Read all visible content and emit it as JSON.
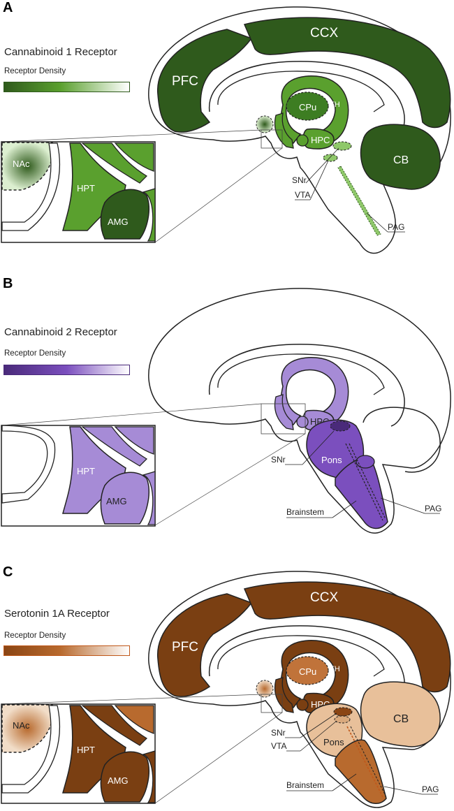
{
  "panels": [
    {
      "letter": "A",
      "title": "Cannabinoid 1 Receptor",
      "density_label": "Receptor Density",
      "colors": {
        "dark": "#2f5a1c",
        "mid": "#5aa02e",
        "light": "#8fc86a",
        "pale": "#dcefd0"
      },
      "labels": {
        "pfc": "PFC",
        "ccx": "CCX",
        "cpu": "CPu",
        "th": "TH",
        "hpc": "HPC",
        "cb": "CB",
        "snr": "SNr",
        "vta": "VTA",
        "pag": "PAG",
        "nac": "NAc",
        "hpt": "HPT",
        "amg": "AMG"
      }
    },
    {
      "letter": "B",
      "title": "Cannabinoid 2 Receptor",
      "density_label": "Receptor Density",
      "colors": {
        "dark": "#4a2a7a",
        "mid": "#7b4fbe",
        "light": "#a68bd6",
        "pale": "#ede5f8"
      },
      "labels": {
        "hpc": "HPC",
        "pons": "Pons",
        "snr": "SNr",
        "brainstem": "Brainstem",
        "pag": "PAG",
        "hpt": "HPT",
        "amg": "AMG"
      }
    },
    {
      "letter": "C",
      "title": "Serotonin 1A Receptor",
      "density_label": "Receptor Density",
      "colors": {
        "dark": "#7a3f12",
        "mid": "#b86a2e",
        "light": "#d9a97d",
        "pale": "#f1ddc8"
      },
      "labels": {
        "pfc": "PFC",
        "ccx": "CCX",
        "cpu": "CPu",
        "th": "TH",
        "hpc": "HPC",
        "cb": "CB",
        "snr": "SNr",
        "vta": "VTA",
        "pons": "Pons",
        "brainstem": "Brainstem",
        "pag": "PAG",
        "nac": "NAc",
        "hpt": "HPT",
        "amg": "AMG"
      }
    }
  ]
}
